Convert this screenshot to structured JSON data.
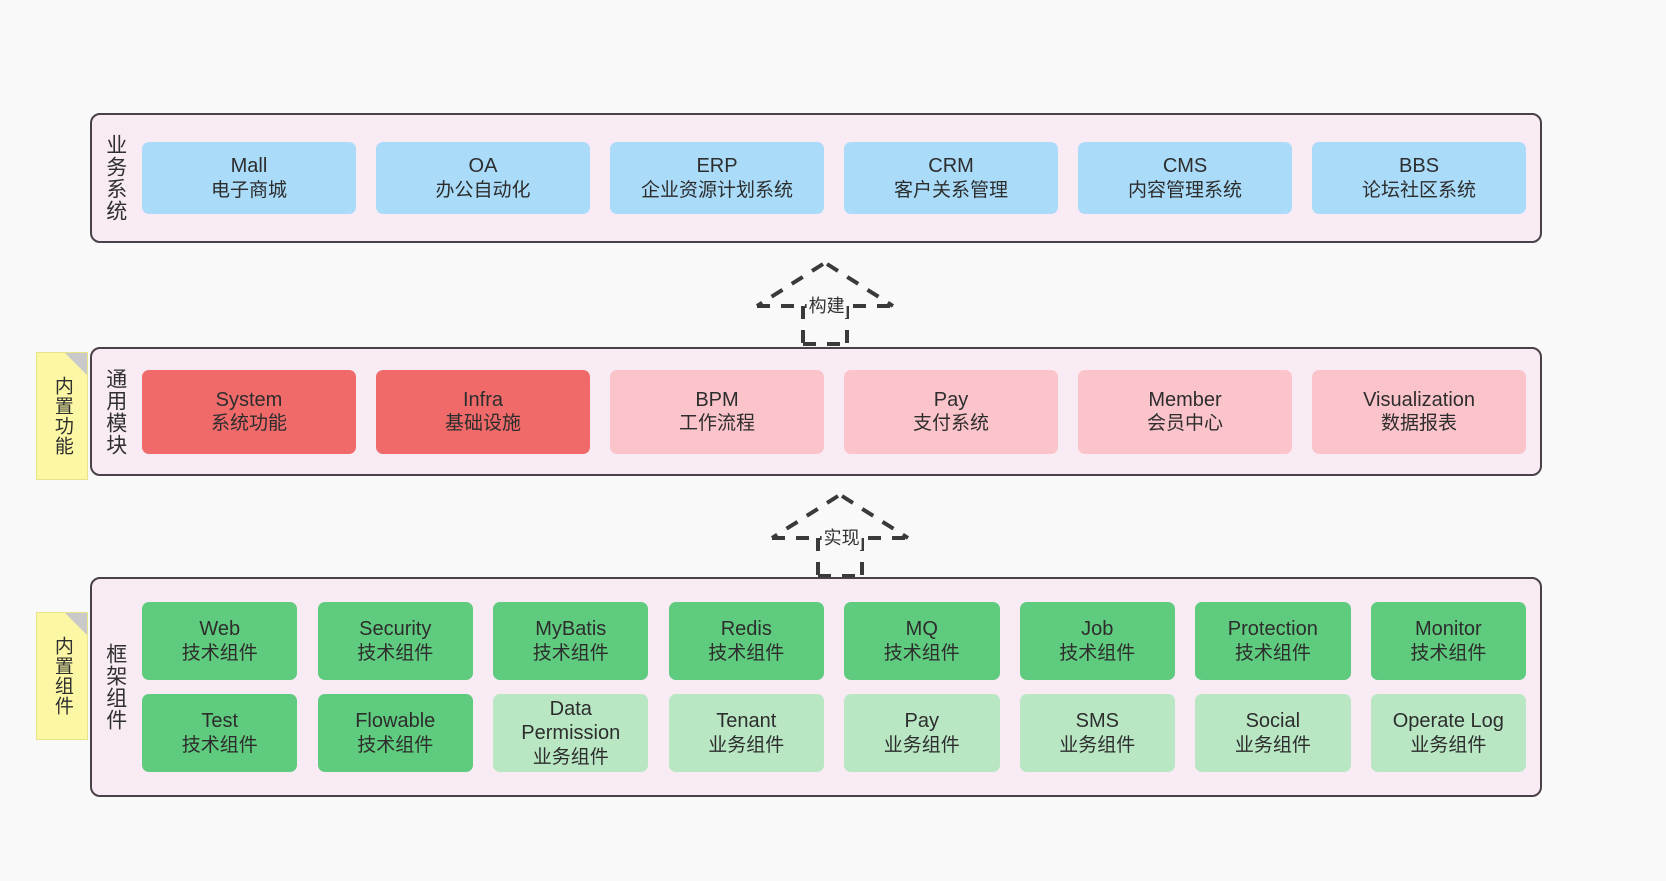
{
  "diagram": {
    "background": "#f9f9f9",
    "border_color": "#4a4048",
    "layer_background": "#f8ebf4"
  },
  "layers": [
    {
      "key": "business",
      "title": "业务系统",
      "rows": [
        {
          "cells": [
            {
              "en": "Mall",
              "cn": "电子商城",
              "color": "#aadcfa",
              "style": "c-blue"
            },
            {
              "en": "OA",
              "cn": "办公自动化",
              "color": "#aadcfa",
              "style": "c-blue"
            },
            {
              "en": "ERP",
              "cn": "企业资源计划系统",
              "color": "#aadcfa",
              "style": "c-blue"
            },
            {
              "en": "CRM",
              "cn": "客户关系管理",
              "color": "#aadcfa",
              "style": "c-blue"
            },
            {
              "en": "CMS",
              "cn": "内容管理系统",
              "color": "#aadcfa",
              "style": "c-blue"
            },
            {
              "en": "BBS",
              "cn": "论坛社区系统",
              "color": "#aadcfa",
              "style": "c-blue"
            }
          ]
        }
      ]
    },
    {
      "key": "common-module",
      "title": "通用模块",
      "note": "内置功能",
      "rows": [
        {
          "cells": [
            {
              "en": "System",
              "cn": "系统功能",
              "color": "#f16a6a",
              "style": "c-red"
            },
            {
              "en": "Infra",
              "cn": "基础设施",
              "color": "#f16a6a",
              "style": "c-red"
            },
            {
              "en": "BPM",
              "cn": "工作流程",
              "color": "#fbc4cb",
              "style": "c-pink"
            },
            {
              "en": "Pay",
              "cn": "支付系统",
              "color": "#fbc4cb",
              "style": "c-pink"
            },
            {
              "en": "Member",
              "cn": "会员中心",
              "color": "#fbc4cb",
              "style": "c-pink"
            },
            {
              "en": "Visualization",
              "cn": "数据报表",
              "color": "#fbc4cb",
              "style": "c-pink"
            }
          ]
        }
      ]
    },
    {
      "key": "framework",
      "title": "框架组件",
      "note": "内置组件",
      "rows": [
        {
          "cells": [
            {
              "en": "Web",
              "cn": "技术组件",
              "color": "#5fcb7e",
              "style": "c-green"
            },
            {
              "en": "Security",
              "cn": "技术组件",
              "color": "#5fcb7e",
              "style": "c-green"
            },
            {
              "en": "MyBatis",
              "cn": "技术组件",
              "color": "#5fcb7e",
              "style": "c-green"
            },
            {
              "en": "Redis",
              "cn": "技术组件",
              "color": "#5fcb7e",
              "style": "c-green"
            },
            {
              "en": "MQ",
              "cn": "技术组件",
              "color": "#5fcb7e",
              "style": "c-green"
            },
            {
              "en": "Job",
              "cn": "技术组件",
              "color": "#5fcb7e",
              "style": "c-green"
            },
            {
              "en": "Protection",
              "cn": "技术组件",
              "color": "#5fcb7e",
              "style": "c-green"
            },
            {
              "en": "Monitor",
              "cn": "技术组件",
              "color": "#5fcb7e",
              "style": "c-green"
            }
          ]
        },
        {
          "cells": [
            {
              "en": "Test",
              "cn": "技术组件",
              "color": "#5fcb7e",
              "style": "c-green"
            },
            {
              "en": "Flowable",
              "cn": "技术组件",
              "color": "#5fcb7e",
              "style": "c-green"
            },
            {
              "en": "Data Permission",
              "cn": "业务组件",
              "color": "#b9e7c4",
              "style": "c-lightgreen"
            },
            {
              "en": "Tenant",
              "cn": "业务组件",
              "color": "#b9e7c4",
              "style": "c-lightgreen"
            },
            {
              "en": "Pay",
              "cn": "业务组件",
              "color": "#b9e7c4",
              "style": "c-lightgreen"
            },
            {
              "en": "SMS",
              "cn": "业务组件",
              "color": "#b9e7c4",
              "style": "c-lightgreen"
            },
            {
              "en": "Social",
              "cn": "业务组件",
              "color": "#b9e7c4",
              "style": "c-lightgreen"
            },
            {
              "en": "Operate Log",
              "cn": "业务组件",
              "color": "#b9e7c4",
              "style": "c-lightgreen"
            }
          ]
        }
      ]
    }
  ],
  "connectors": [
    {
      "key": "build",
      "label": "构建"
    },
    {
      "key": "implement",
      "label": "实现"
    }
  ]
}
